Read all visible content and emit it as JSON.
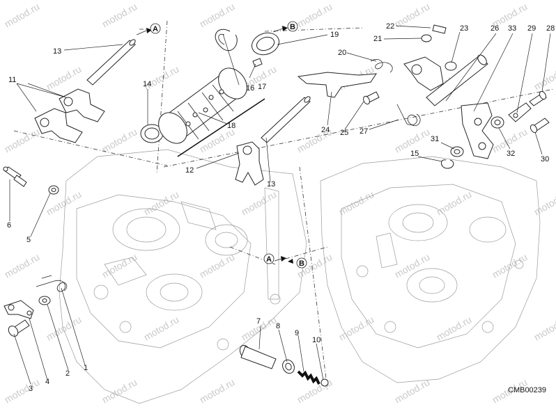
{
  "diagram": {
    "drawing_code": "CMB00239",
    "watermark": "motod.ru",
    "reference_markers": [
      "A",
      "B"
    ],
    "callouts": [
      "1",
      "2",
      "3",
      "4",
      "5",
      "6",
      "7",
      "8",
      "9",
      "10",
      "11",
      "12",
      "13",
      "14",
      "15",
      "16",
      "17",
      "18",
      "19",
      "20",
      "21",
      "22",
      "23",
      "24",
      "25",
      "26",
      "27",
      "28",
      "29",
      "30",
      "31",
      "32",
      "33"
    ]
  }
}
